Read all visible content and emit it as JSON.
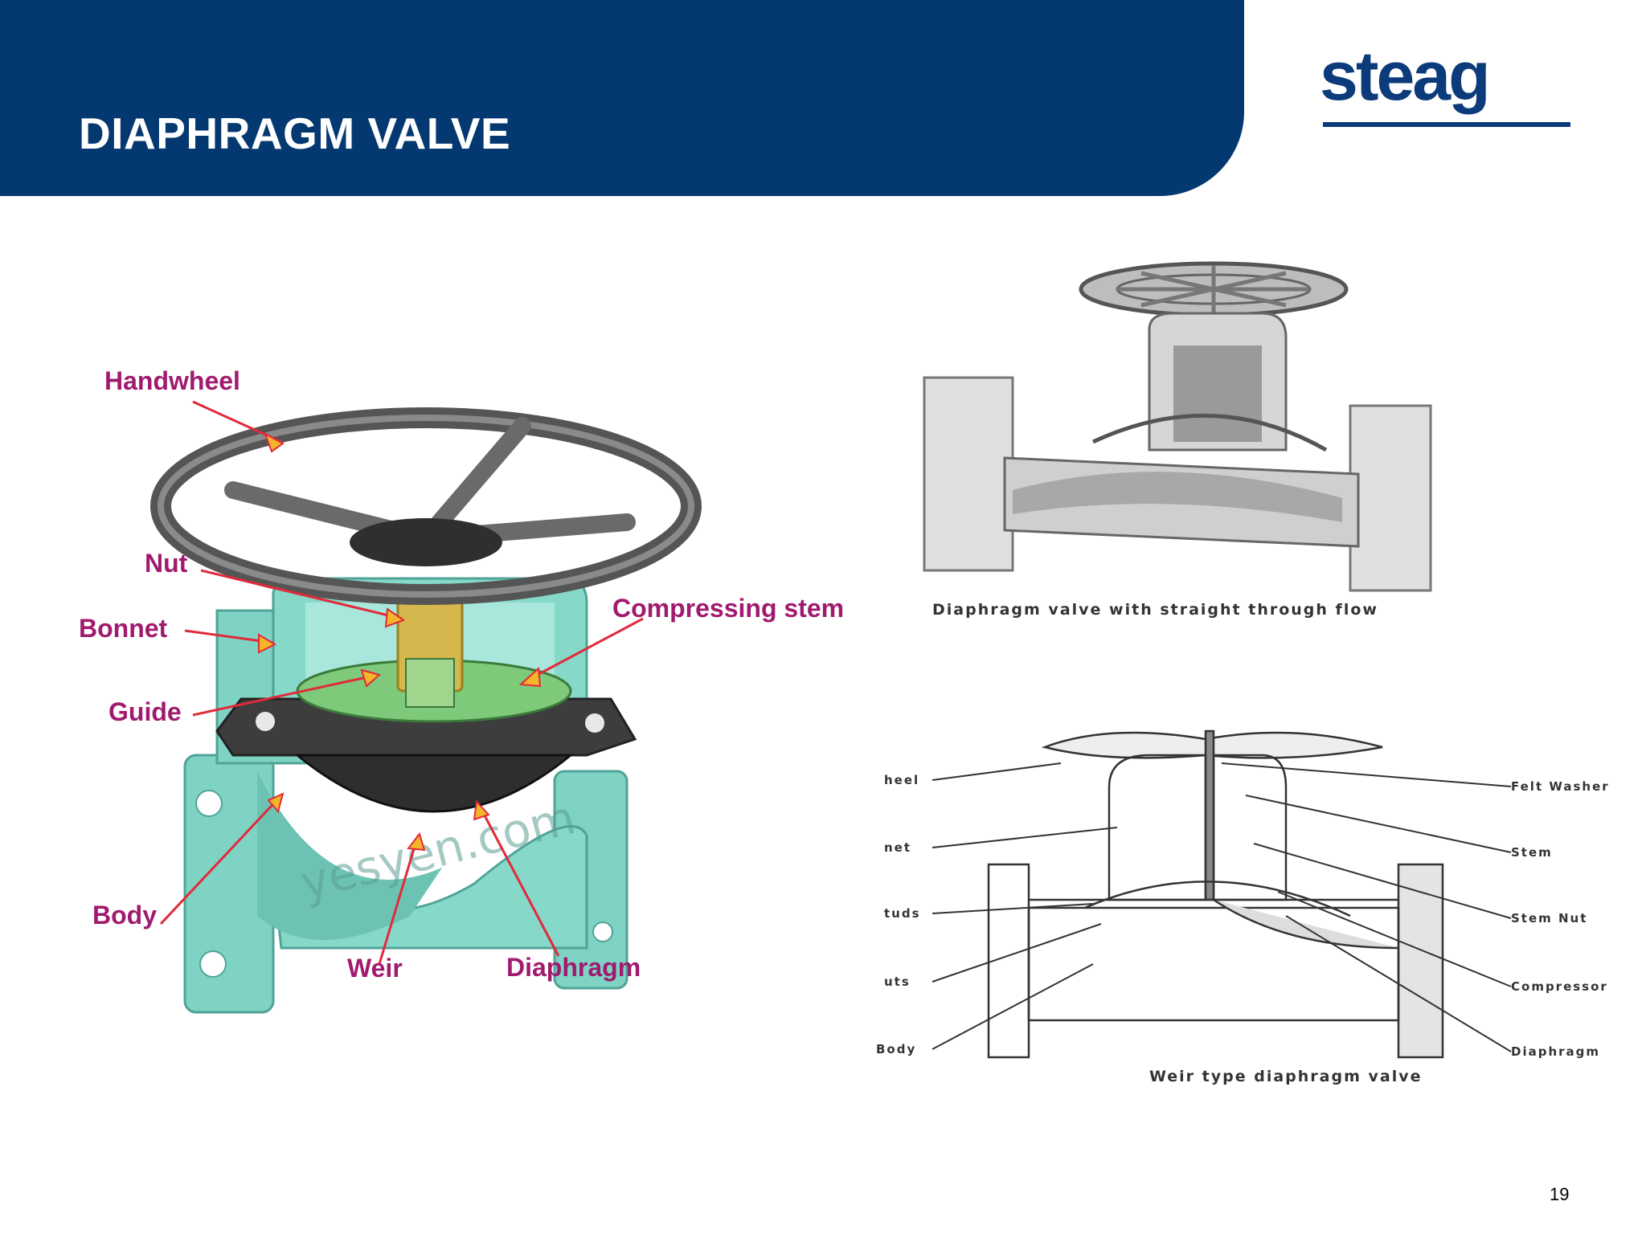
{
  "header": {
    "title": "DIAPHRAGM VALVE",
    "background": "#043870"
  },
  "logo": {
    "text": "steag",
    "color": "#0b3b7a"
  },
  "page_number": "19",
  "figure_left": {
    "labels": {
      "handwheel": "Handwheel",
      "nut": "Nut",
      "bonnet": "Bonnet",
      "guide": "Guide",
      "compressing_stem": "Compressing stem",
      "body": "Body",
      "weir": "Weir",
      "diaphragm": "Diaphragm"
    },
    "watermark": "yesyen.com",
    "label_color": "#a01a6e",
    "body_color": "#7fd3c4"
  },
  "figure_top_right": {
    "caption": "Diaphragm valve with straight through flow"
  },
  "figure_bottom_right": {
    "caption": "Weir type diaphragm valve",
    "left_labels": [
      "heel",
      "net",
      "tuds",
      "uts",
      "Body"
    ],
    "right_labels": [
      "Felt Washer",
      "Stem",
      "Stem Nut",
      "Compressor",
      "Diaphragm"
    ]
  }
}
